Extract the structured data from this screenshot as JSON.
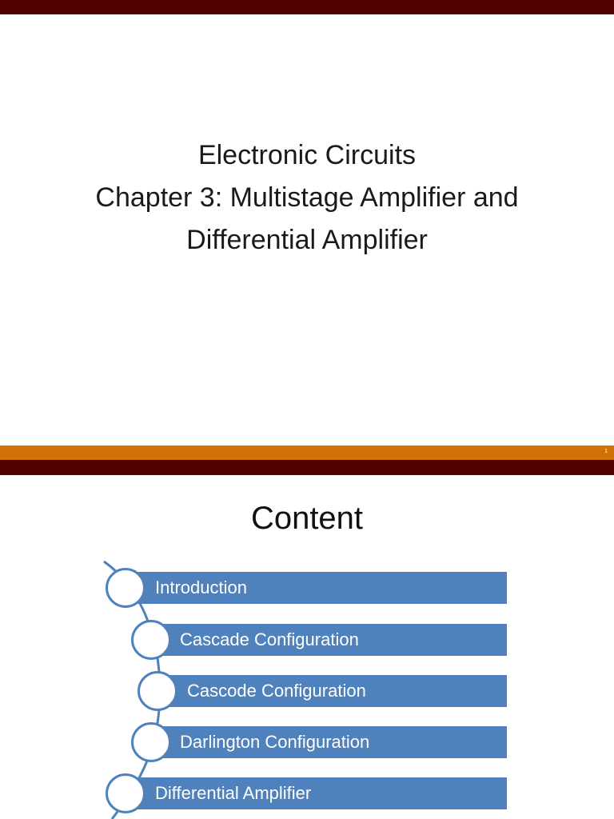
{
  "slide1": {
    "title_lines": [
      "Electronic Circuits",
      "Chapter 3: Multistage Amplifier and",
      "Differential Amplifier"
    ],
    "page_number": "1"
  },
  "slide2": {
    "title": "Content",
    "items": [
      "Introduction",
      "Cascade Configuration",
      "Cascode Configuration",
      "Darlington Configuration",
      "Differential Amplifier"
    ]
  },
  "colors": {
    "dark_band": "#520000",
    "orange_band": "#d17208",
    "accent_blue": "#4f81bd"
  }
}
